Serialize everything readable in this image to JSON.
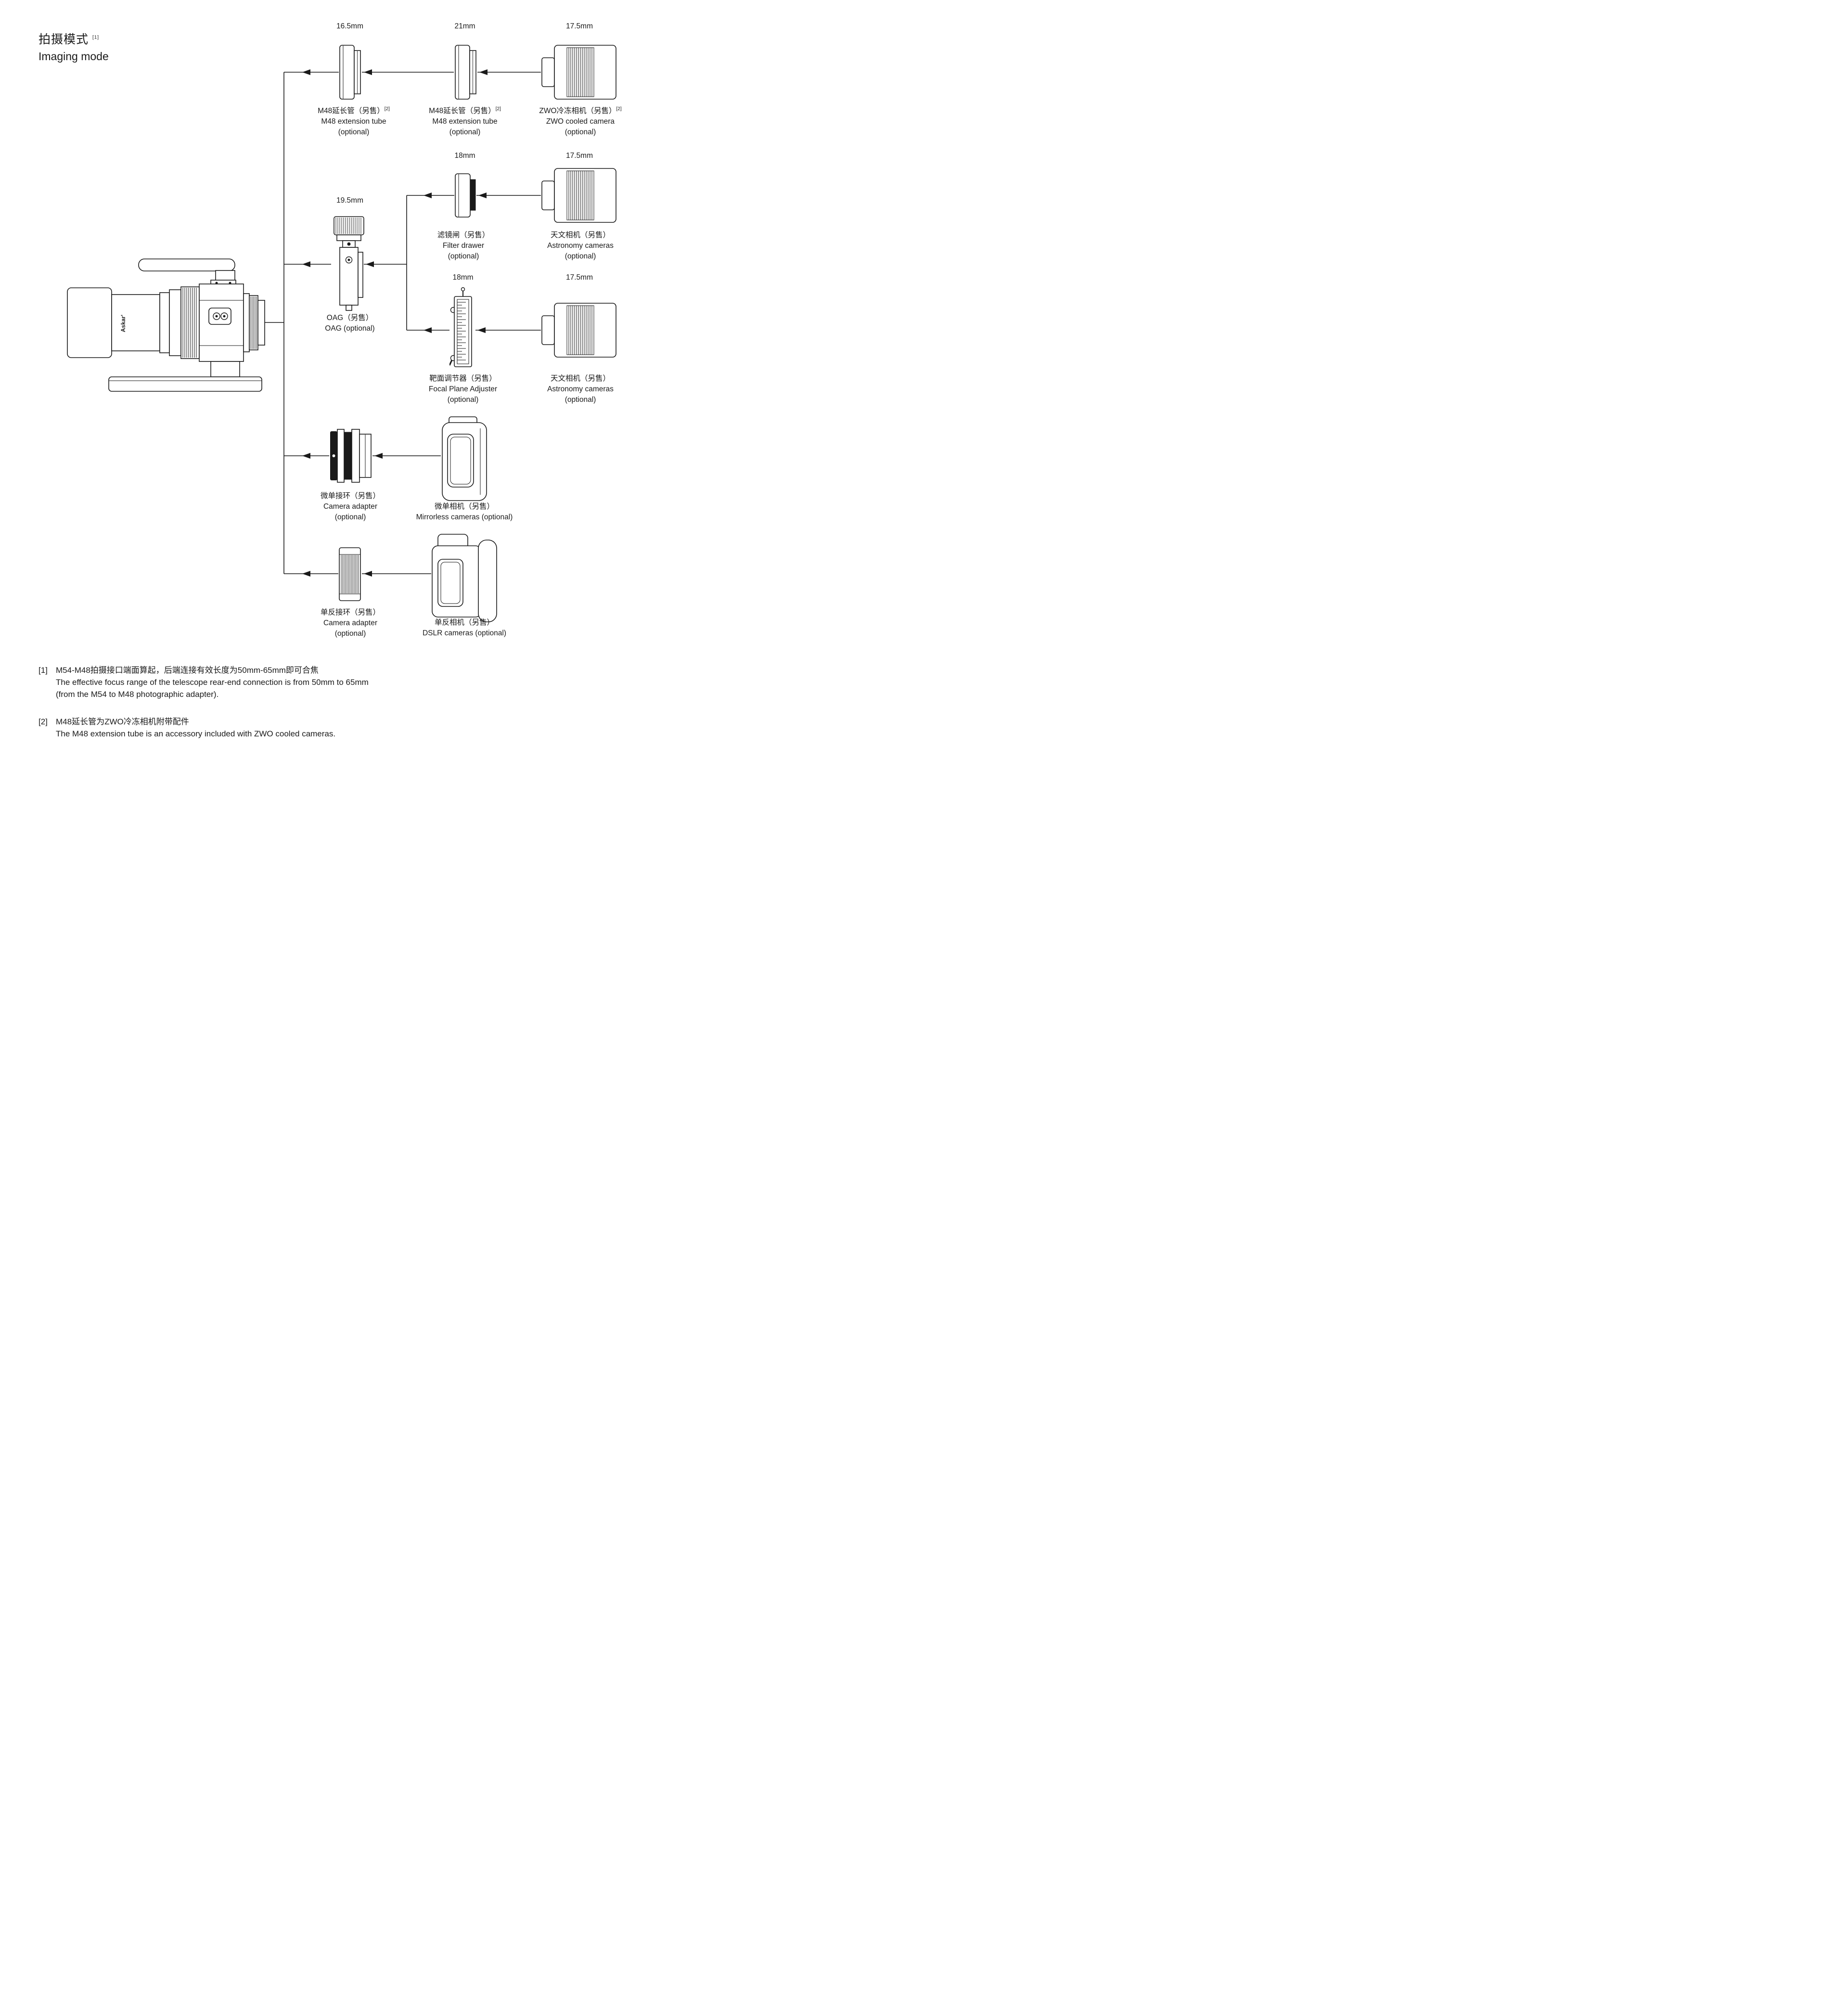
{
  "title": {
    "zh": "拍摄模式",
    "ref": "[1]",
    "en": "Imaging mode"
  },
  "telescope": {
    "brand": "Askar'"
  },
  "row_top": {
    "ext1": {
      "dim": "16.5mm",
      "zh": "M48延长管（另售）",
      "ref": "[2]",
      "en": "M48 extension tube",
      "note": "(optional)"
    },
    "ext2": {
      "dim": "21mm",
      "zh": "M48延长管（另售）",
      "ref": "[2]",
      "en": "M48 extension tube",
      "note": "(optional)"
    },
    "zwo": {
      "dim": "17.5mm",
      "zh": "ZWO冷冻相机（另售）",
      "ref": "[2]",
      "en": "ZWO cooled camera",
      "note": "(optional)"
    }
  },
  "row_filter": {
    "filter": {
      "dim": "18mm",
      "zh": "滤镜闸（另售）",
      "en": "Filter drawer",
      "note": "(optional)"
    },
    "astro": {
      "dim": "17.5mm",
      "zh": "天文相机（另售）",
      "en": "Astronomy cameras",
      "note": "(optional)"
    }
  },
  "oag": {
    "dim": "19.5mm",
    "zh": "OAG（另售）",
    "en": "OAG (optional)"
  },
  "row_fpa": {
    "fpa": {
      "dim": "18mm",
      "zh": "靶面调节器（另售）",
      "en": "Focal Plane Adjuster",
      "note": "(optional)"
    },
    "astro": {
      "dim": "17.5mm",
      "zh": "天文相机（另售）",
      "en": "Astronomy cameras",
      "note": "(optional)"
    }
  },
  "row_mirrorless": {
    "adapter": {
      "zh": "微单接环（另售）",
      "en": "Camera adapter",
      "note": "(optional)"
    },
    "camera": {
      "zh": "微单相机（另售）",
      "en": "Mirrorless cameras (optional)"
    }
  },
  "row_dslr": {
    "adapter": {
      "zh": "单反接环（另售）",
      "en": "Camera adapter",
      "note": "(optional)"
    },
    "camera": {
      "zh": "单反相机（另售）",
      "en": "DSLR cameras (optional)"
    }
  },
  "footnotes": {
    "f1": {
      "marker": "[1]",
      "zh": "M54-M48拍摄接口端面算起，后端连接有效长度为50mm-65mm即可合焦",
      "en1": "The effective focus range of the telescope rear-end connection is from 50mm to 65mm",
      "en2": "(from the M54 to M48 photographic adapter)."
    },
    "f2": {
      "marker": "[2]",
      "zh": "M48延长管为ZWO冷冻相机附带配件",
      "en": "The M48 extension tube is an accessory included with ZWO cooled cameras."
    }
  },
  "colors": {
    "ink": "#1a1a1a",
    "bg": "#ffffff"
  }
}
